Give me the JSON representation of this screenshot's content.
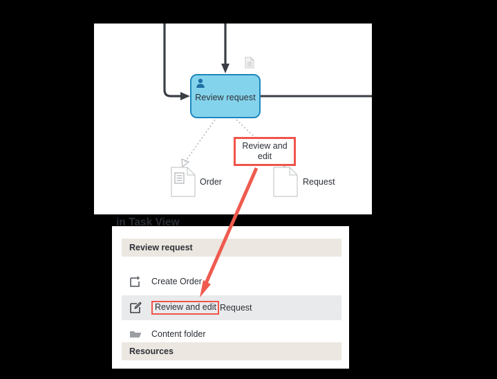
{
  "diagram": {
    "task": {
      "label": "Review request",
      "user_icon": "user-icon",
      "doc_marker_icon": "document-icon",
      "fill_color": "#84d3ec",
      "border_color": "#1d87bc"
    },
    "data_objects": [
      {
        "label": "Order",
        "icon": "document-lines-icon"
      },
      {
        "label": "Request",
        "icon": "document-blank-icon"
      }
    ],
    "annotation": {
      "text_line1": "Review and",
      "text_line2": "edit",
      "highlight_color": "#f0544a"
    }
  },
  "taskview": {
    "title": "in Task View",
    "sections": [
      {
        "id": "review-request",
        "label": "Review request"
      },
      {
        "id": "resources",
        "label": "Resources"
      }
    ],
    "rows": [
      {
        "id": "create-order",
        "icon": "new-document-icon",
        "label": "Create Order",
        "selected": false
      },
      {
        "id": "review-and-edit-request",
        "icon": "edit-document-icon",
        "label_highlighted": "Review and edit",
        "label_rest": "Request",
        "selected": true
      },
      {
        "id": "content-folder",
        "icon": "folder-icon",
        "label": "Content folder",
        "selected": false
      }
    ],
    "header_bg": "#ece7e1",
    "selected_bg": "#e9eaeb"
  },
  "annotation_arrow": {
    "color": "#ef5b4f",
    "name": "red-annotation-arrow"
  }
}
